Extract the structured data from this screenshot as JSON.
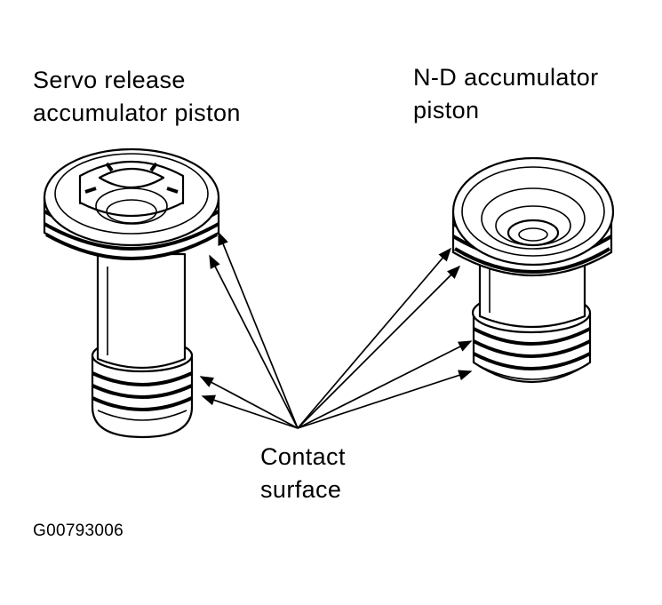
{
  "labels": {
    "servo_release": {
      "line1": "Servo release",
      "line2": "accumulator piston"
    },
    "nd_accumulator": {
      "line1": "N-D accumulator",
      "line2": "piston"
    },
    "contact_surface": {
      "line1": "Contact",
      "line2": "surface"
    },
    "figure_id": "G00793006"
  },
  "colors": {
    "ink": "#000000",
    "paper": "#ffffff"
  }
}
